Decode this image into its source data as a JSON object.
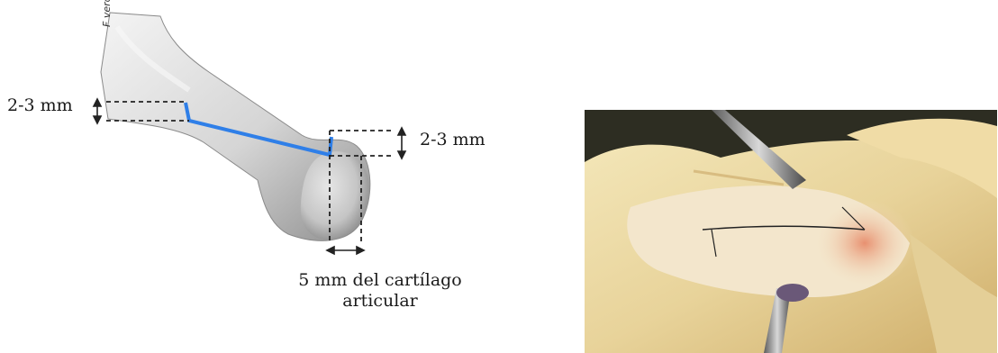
{
  "labels": {
    "left_height": "2-3 mm",
    "right_height": "2-3 mm",
    "bottom_line1": "5 mm del cartílago",
    "bottom_line2": "articular"
  },
  "signature": "F verona",
  "colors": {
    "cut_line": "#2f7fe8",
    "dashed": "#222222",
    "bone_light": "#e3e3e3",
    "bone_shadow": "#9a9a9a"
  },
  "photo": {
    "description_icon": "surgical-photo"
  }
}
